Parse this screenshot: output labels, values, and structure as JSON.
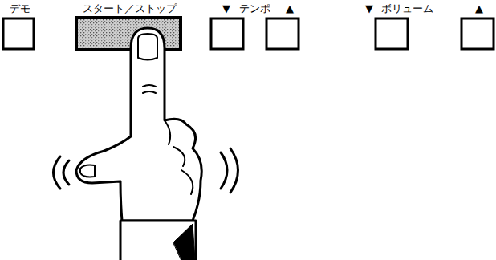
{
  "diagram": {
    "labels": [
      "デモ",
      "スタート／ストップ",
      "▼",
      "テンポ",
      "▲",
      "▼",
      "ボリューム",
      "▲"
    ]
  }
}
